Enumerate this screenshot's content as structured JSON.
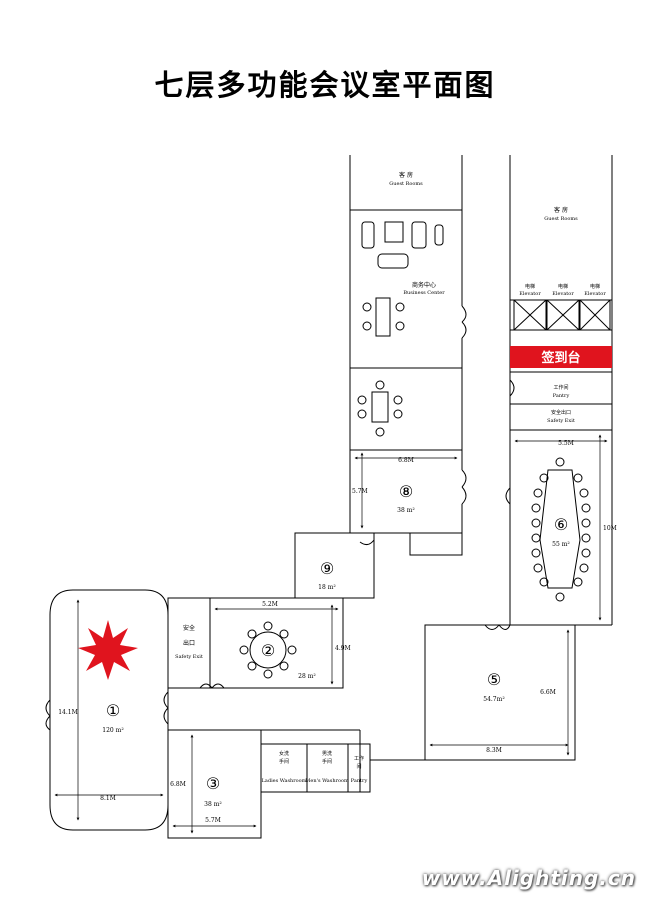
{
  "title": "七层多功能会议室平面图",
  "rooms": {
    "guest_rooms_left": {
      "cn": "客 房",
      "en": "Guest Rooms"
    },
    "guest_rooms_right": {
      "cn": "客 房",
      "en": "Guest Rooms"
    },
    "business_center": {
      "cn": "商务中心",
      "en": "Business Center"
    },
    "elevator_cn": "电梯",
    "elevator_en": "Elevator",
    "signin": "签到台",
    "pantry_top": {
      "cn": "工作间",
      "en": "Pantry"
    },
    "safety_exit_top": {
      "cn": "安全出口",
      "en": "Safety Exit"
    },
    "safety_exit_left": {
      "cn1": "安全",
      "cn2": "出口",
      "en": "Safety Exit"
    },
    "ladies_washroom": {
      "cn1": "女洗",
      "cn2": "手间",
      "en": "Ladies Washroom"
    },
    "mens_washroom": {
      "cn1": "男洗",
      "cn2": "手间",
      "en": "Men's Washroom"
    },
    "pantry_bottom": {
      "cn1": "工作",
      "cn2": "间",
      "en": "Pantry"
    }
  },
  "numbered_rooms": [
    {
      "num": "①",
      "area": "120 m²",
      "dim_w": "8.1M",
      "dim_h": "14.1M"
    },
    {
      "num": "②",
      "area": "28 m²",
      "dim_w": "5.2M",
      "dim_h": "4.9M"
    },
    {
      "num": "③",
      "area": "38 m²",
      "dim_w": "5.7M",
      "dim_h": "6.8M"
    },
    {
      "num": "⑤",
      "area": "54.7m²",
      "dim_w": "8.3M",
      "dim_h": "6.6M"
    },
    {
      "num": "⑥",
      "area": "55 m²",
      "dim_w": "5.5M",
      "dim_h": "10M"
    },
    {
      "num": "⑧",
      "area": "38 m²",
      "dim_w": "6.8M",
      "dim_h": "5.7M"
    },
    {
      "num": "⑨",
      "area": "18 m²"
    }
  ],
  "watermark": "www.Alighting.cn",
  "colors": {
    "signin_bg": "#e0141e",
    "star": "#e0141e",
    "line": "#000000"
  }
}
